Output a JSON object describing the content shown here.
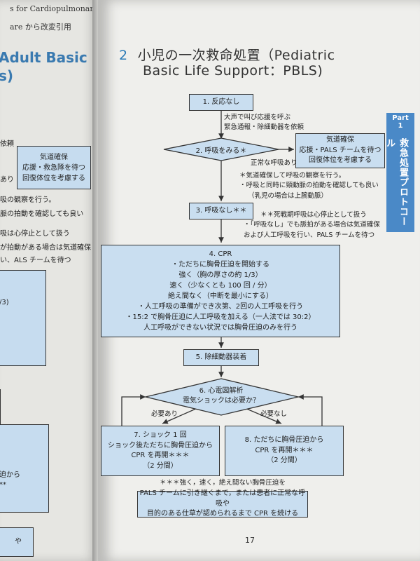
{
  "left_page": {
    "header_line1": "s for Cardiopulmonary",
    "header_line2": "are から改変引用",
    "heading": "Adult Basic",
    "heading2": "s)",
    "text_irai": "依頼",
    "text_ari": "あり",
    "box_line1": "気道確保",
    "box_line2": "応援・救急隊を待つ",
    "box_line3": "回復体位を考慮する",
    "line_a": "吸の観察を行う。",
    "line_b": "脈の拍動を確認しても良い",
    "line_c": "吸は心停止として扱う",
    "line_d": "が拍動がある場合は気道確保",
    "line_e": "い、ALS チームを待つ",
    "box2_text": "/3)",
    "bottom_text1": "迫から",
    "bottom_text2": "**",
    "bottom_text3": "や"
  },
  "title": {
    "number": "2",
    "line1": "小児の一次救命処置（Pediatric",
    "line2": "Basic Life Support：PBLS)"
  },
  "tab": {
    "part": "Part",
    "part_no": "1",
    "label": "救急処置プロトコール"
  },
  "flow": {
    "step1": "1. 反応なし",
    "note1_line1": "大声で叫び応援を呼ぶ",
    "note1_line2": "緊急通報・除細動器を依頼",
    "step2": "2. 呼吸をみる＊",
    "side_line1": "気道確保",
    "side_line2": "応援・PALS チームを待つ",
    "side_line3": "回復体位を考慮する",
    "normal_breath": "正常な呼吸あり",
    "note2_line1": "＊気道確保して呼吸の観察を行う。",
    "note2_line2": "・呼吸と同時に頸動脈の拍動を確認しても良い",
    "note2_line3": "（乳児の場合は上腕動脈）",
    "step3": "3. 呼吸なし＊＊",
    "note3_line1": "＊＊死戦期呼吸は心停止として扱う",
    "note3_line2": "・「呼吸なし」でも脈拍がある場合は気道確保",
    "note3_line3": "および人工呼吸を行い、PALS チームを待つ",
    "cpr_title": "4. CPR",
    "cpr_lines": [
      "・ただちに胸骨圧迫を開始する",
      "強く（胸の厚さの約 1/3）",
      "速く（少なくとも 100 回 / 分）",
      "絶え間なく（中断を最小にする）",
      "・人工呼吸の準備ができ次第、2回の人工呼吸を行う",
      "・15:2 で胸骨圧迫に人工呼吸を加える（一人法では 30:2）",
      "人工呼吸ができない状況では胸骨圧迫のみを行う"
    ],
    "step5": "5. 除細動器装着",
    "step6_line1": "6. 心電図解析",
    "step6_line2": "電気ショックは必要か？",
    "need_yes": "必要あり",
    "need_no": "必要なし",
    "step7_lines": [
      "7. ショック 1 回",
      "ショック後ただちに胸骨圧迫から",
      "CPR を再開＊＊＊",
      "（2 分間）"
    ],
    "step8_lines": [
      "8. ただちに胸骨圧迫から",
      "CPR を再開＊＊＊",
      "（2 分間）"
    ],
    "footnote": "＊＊＊強く，速く，絶え間ない胸骨圧迫を",
    "final_line1": "PALS チームに引き継ぐまで，または患者に正常な呼吸や",
    "final_line2": "目的のある仕草が認められるまで CPR を続ける"
  },
  "page_number": "17",
  "colors": {
    "box_fill": "#c9def0",
    "accent_blue": "#2a7ab6",
    "tab_blue": "#4a89c7"
  }
}
